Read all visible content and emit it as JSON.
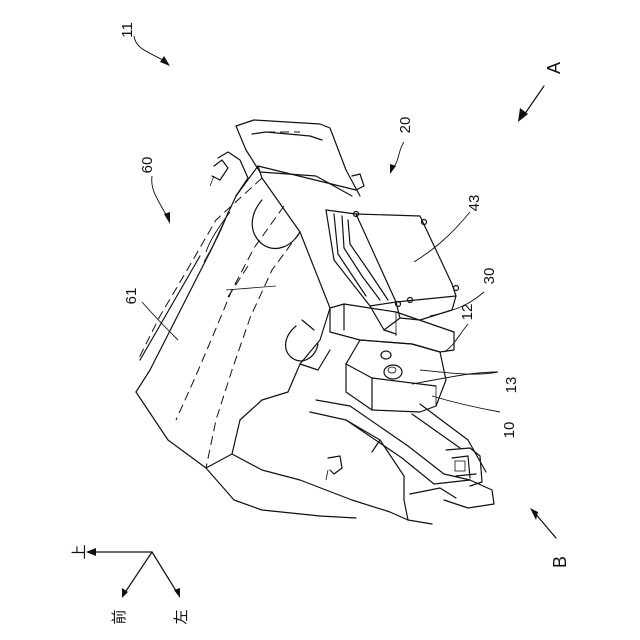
{
  "refs": {
    "r11": "11",
    "r20": "20",
    "r60": "60",
    "r61": "61",
    "r43": "43",
    "r30": "30",
    "r12": "12",
    "r13": "13",
    "r10": "10"
  },
  "views": {
    "a": "A",
    "b": "B"
  },
  "axes": {
    "up": "上",
    "front": "前",
    "left": "左"
  }
}
